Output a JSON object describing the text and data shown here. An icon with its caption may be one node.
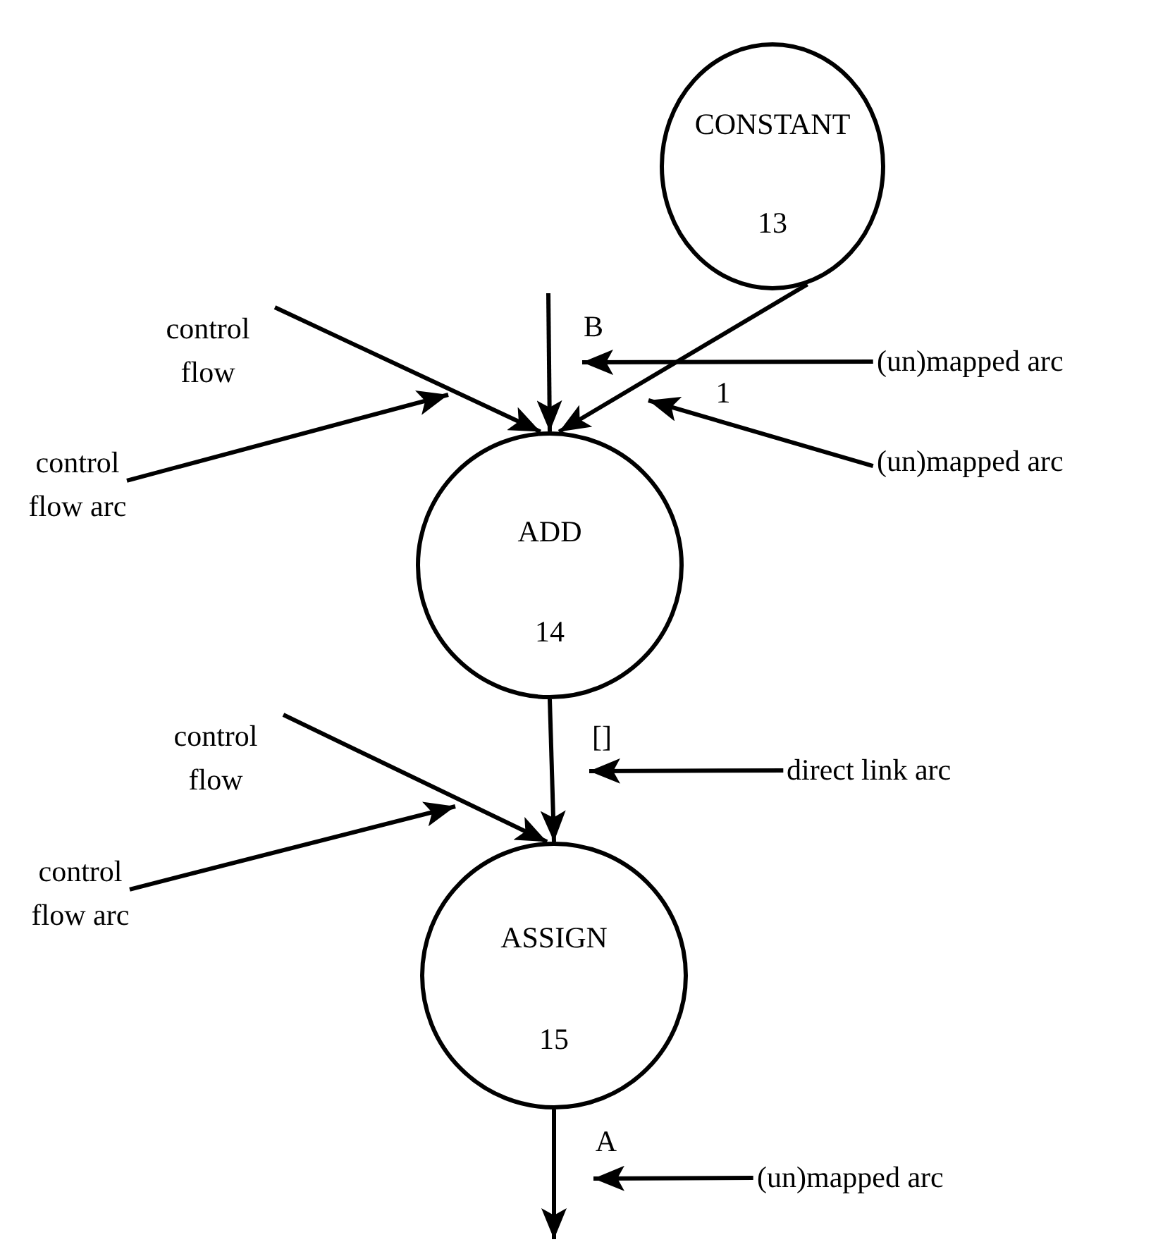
{
  "diagram": {
    "nodes": [
      {
        "text": [
          "CONSTANT",
          "13"
        ]
      },
      {
        "text": [
          "ADD",
          "14"
        ]
      },
      {
        "text": [
          "ASSIGN",
          "15"
        ]
      },
      {
        "text": [
          "control flow"
        ]
      },
      {
        "text": [
          "control flow arc"
        ]
      },
      {
        "text": [
          "(un)mapped arc"
        ]
      },
      {
        "text": [
          "(un)mapped arc"
        ]
      },
      {
        "text": [
          "control flow"
        ]
      },
      {
        "text": [
          "control flow arc"
        ]
      },
      {
        "text": [
          "direct link arc"
        ]
      },
      {
        "text": [
          "(un)mapped arc"
        ]
      }
    ],
    "edges": [
      {
        "from": 3,
        "to": 1,
        "arrow": "to"
      },
      {
        "from": null,
        "to": 1,
        "arrow": "to",
        "label": "B"
      },
      {
        "from": 0,
        "to": 1,
        "arrow": "to",
        "label": "1"
      },
      {
        "from": 4,
        "to": null,
        "arrow": "to"
      },
      {
        "from": 5,
        "to": null,
        "arrow": "to"
      },
      {
        "from": 6,
        "to": null,
        "arrow": "to"
      },
      {
        "from": 1,
        "to": 2,
        "arrow": "to",
        "label": "[]"
      },
      {
        "from": 7,
        "to": 2,
        "arrow": "to"
      },
      {
        "from": 8,
        "to": null,
        "arrow": "to"
      },
      {
        "from": 9,
        "to": null,
        "arrow": "to"
      },
      {
        "from": 2,
        "to": null,
        "arrow": "to",
        "label": "A"
      },
      {
        "from": 10,
        "to": null,
        "arrow": "to"
      }
    ]
  }
}
